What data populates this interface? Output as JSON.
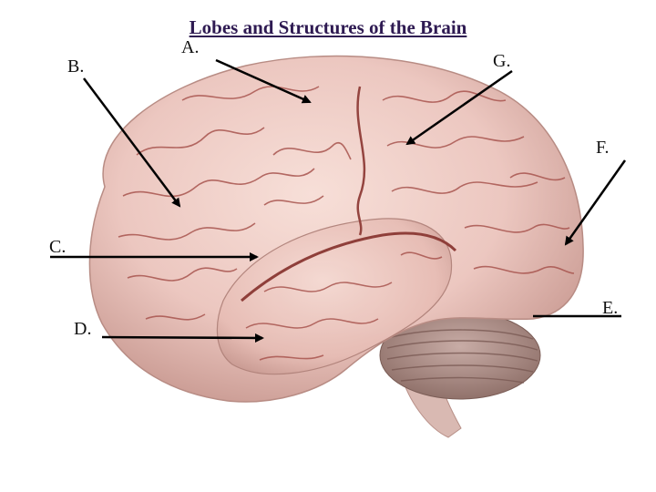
{
  "title": "Lobes and Structures of the Brain",
  "labels": {
    "a": "A.",
    "b": "B.",
    "c": "C.",
    "d": "D.",
    "e": "E.",
    "f": "F.",
    "g": "G."
  },
  "colors": {
    "title": "#2e1a52",
    "brain": "#ecc7c0",
    "brain_shadow": "#c99a92",
    "sulci": "#a8554f",
    "cerebellum": "#a88a84",
    "arrows": "#000000"
  },
  "icons": {
    "figure": "brain-lateral-view-illustration"
  }
}
